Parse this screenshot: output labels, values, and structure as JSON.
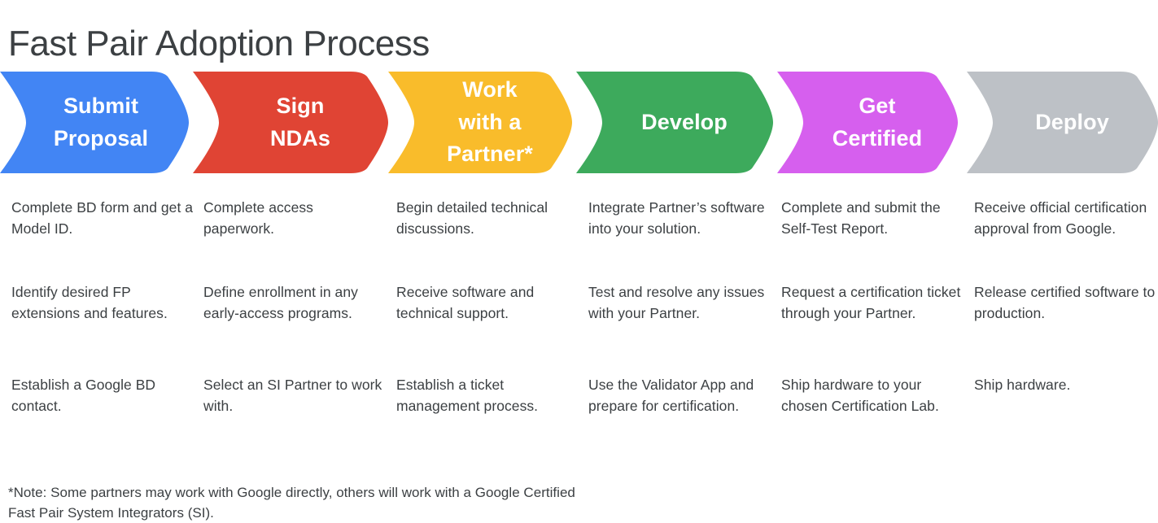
{
  "page": {
    "title": "Fast Pair Adoption Process",
    "background_color": "#ffffff",
    "text_color": "#3c4043"
  },
  "ribbon": {
    "steps": [
      {
        "label": "Submit\nProposal",
        "color": "#4285f4",
        "label_color": "#ffffff",
        "name": "submit-proposal"
      },
      {
        "label": "Sign\nNDAs",
        "color": "#e04434",
        "label_color": "#ffffff",
        "name": "sign-ndas"
      },
      {
        "label": "Work\nwith a\nPartner*",
        "color": "#f9bc2b",
        "label_color": "#ffffff",
        "name": "work-with-a-partner"
      },
      {
        "label": "Develop",
        "color": "#3daa5c",
        "label_color": "#ffffff",
        "name": "develop"
      },
      {
        "label": "Get\nCertified",
        "color": "#d65fee",
        "label_color": "#ffffff",
        "name": "get-certified"
      },
      {
        "label": "Deploy",
        "color": "#bdc1c6",
        "label_color": "#ffffff",
        "name": "deploy"
      }
    ]
  },
  "columns": [
    {
      "step": "Submit Proposal",
      "items": [
        "Complete BD form and get a Model ID.",
        "Identify desired FP extensions and features.",
        "Establish a Google BD contact."
      ]
    },
    {
      "step": "Sign NDAs",
      "items": [
        "Complete access paperwork.",
        "Define enrollment in any early-access programs.",
        "Select an SI Partner to work with."
      ]
    },
    {
      "step": "Work with a Partner*",
      "items": [
        "Begin detailed technical discussions.",
        "Receive software and technical support.",
        "Establish a ticket management process."
      ]
    },
    {
      "step": "Develop",
      "items": [
        "Integrate Partner’s software into your solution.",
        "Test and resolve any issues with your Partner.",
        "Use the Validator App and prepare for certification."
      ]
    },
    {
      "step": "Get Certified",
      "items": [
        "Complete and submit the Self-Test Report.",
        "Request a certification ticket through your Partner.",
        "Ship hardware to your chosen Certification Lab."
      ]
    },
    {
      "step": "Deploy",
      "items": [
        "Receive official certification approval from Google.",
        "Release certified software to production.",
        "Ship hardware."
      ]
    }
  ],
  "footnote": "*Note: Some partners may work with Google directly, others will work with a Google Certified Fast Pair System Integrators (SI)."
}
